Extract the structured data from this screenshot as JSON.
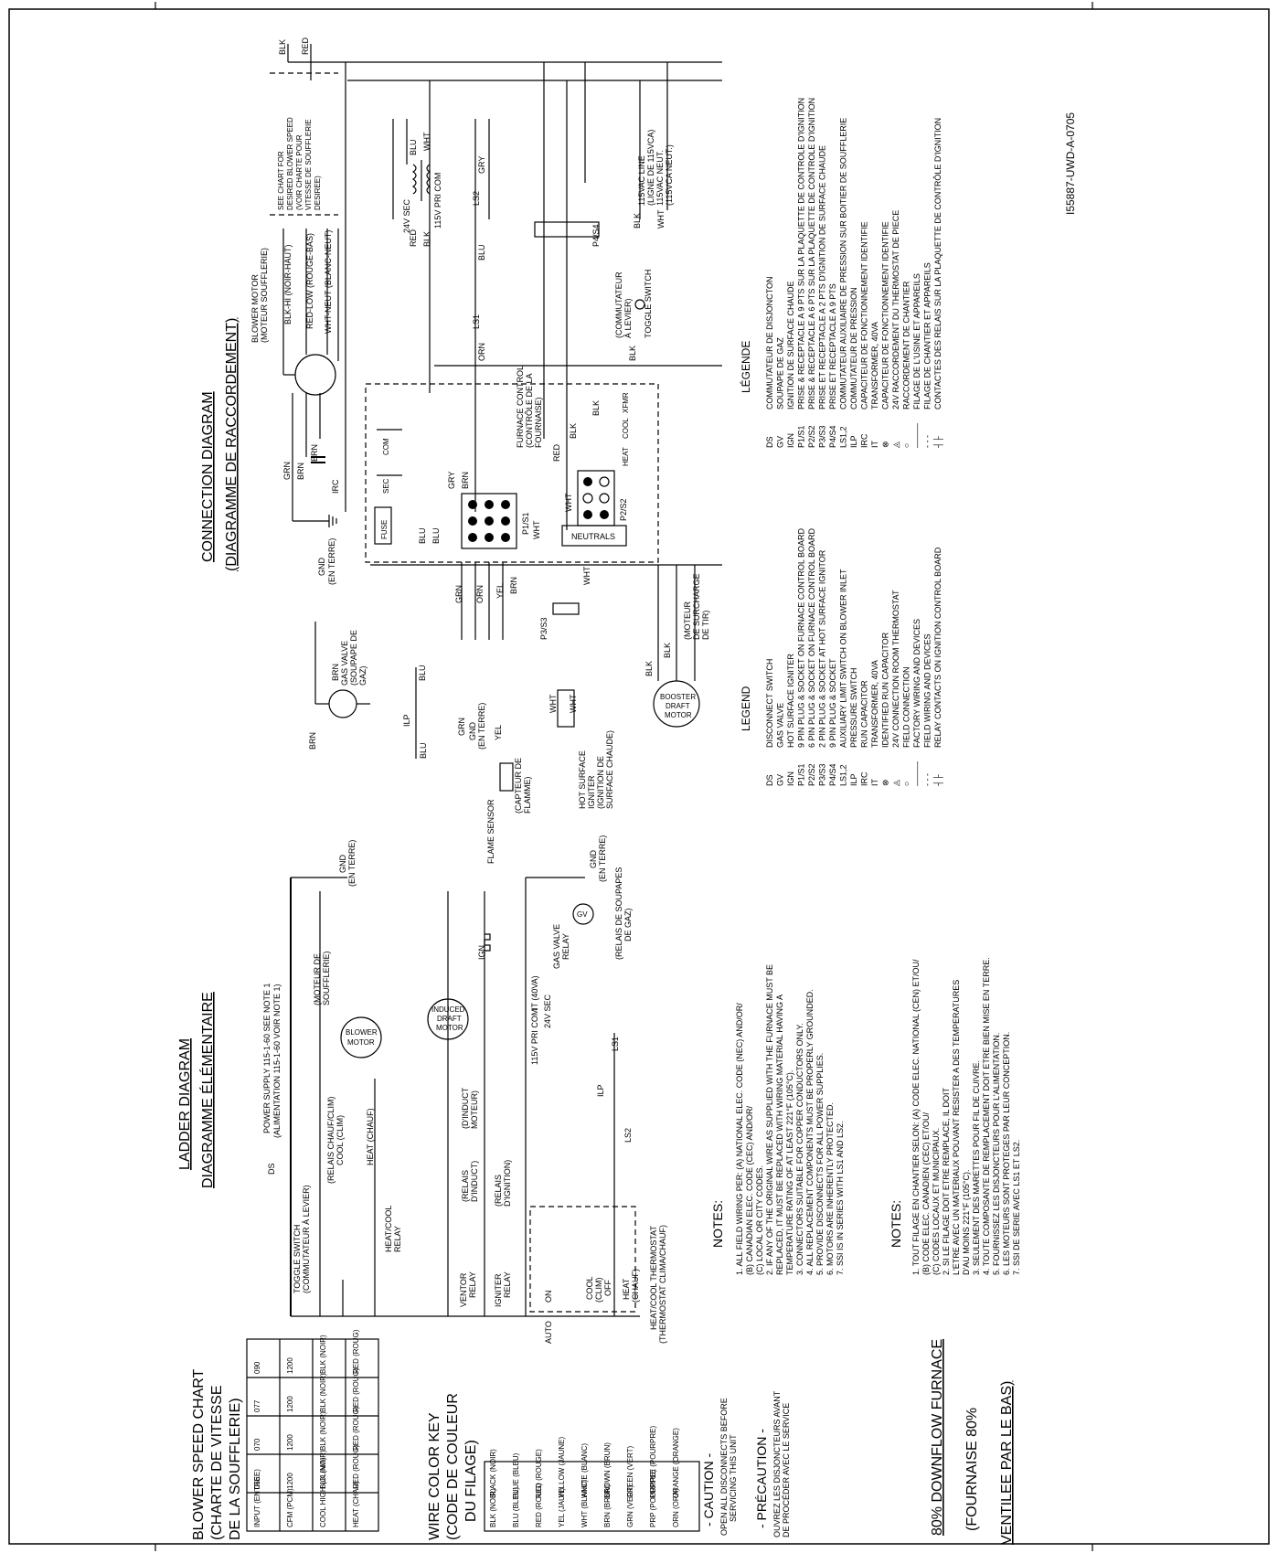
{
  "ladder": {
    "title": "LADDER DIAGRAM",
    "subtitle": "DIAGRAMME ÉLÉMENTAIRE",
    "power_supply": "POWER SUPPLY 115-1-60 SEE NOTE 1",
    "power_supply_fr": "(ALIMENTATION 115-1-60 VOIR NOTE 1)",
    "ds": "DS",
    "gnd_top": "GND",
    "gnd_top_fr": "(EN TERRE)",
    "gnd_mid": "GND",
    "gnd_mid_fr": "(EN TERRE)",
    "toggle_switch": "TOGGLE SWITCH",
    "toggle_switch_fr": "(COMMUTATEUR À LEVIER)",
    "relais": "(RELAIS CHAUF/CLIM)",
    "cool_clim": "COOL (CLIM)",
    "heat_chauf": "HEAT (CHAUF)",
    "heat_cool_relay": "HEAT/COOL",
    "heat_cool_relay2": "RELAY",
    "moteur_souf": "(MOTEUR DE",
    "moteur_souf2": "SOUFFLERIE)",
    "blower": "BLOWER",
    "motor": "MOTOR",
    "induced": "INDUCED",
    "draft": "DRAFT",
    "motor2": "MOTOR",
    "inductr": "(D'INDUCT",
    "inductr2": "MOTEUR)",
    "relais_induct": "(RELAIS",
    "relais_induct2": "D'INDUCT)",
    "venter": "VENTOR",
    "relay": "RELAY",
    "igniter": "IGNITER",
    "relais_ign": "(RELAIS",
    "relais_ign2": "D'IGNITION)",
    "ign": "IGN",
    "pri": "115V  PRI  COM",
    "va40": "IT (40VA)",
    "sec24": "24V  SEC",
    "gas_valve_relay": "GAS VALVE",
    "gas_valve_relay2": "RELAY",
    "relais_souapes": "(RELAIS DE SOUPAPES",
    "relais_souapes2": "DE GAZ)",
    "gv": "GV",
    "ilp": "ILP",
    "ls1": "LS1",
    "ls2": "LS2",
    "on": "ON",
    "auto": "AUTO",
    "cool": "COOL",
    "clim": "(CLIM)",
    "off": "OFF",
    "heat": "HEAT",
    "chauf": "(CHAUF)",
    "thermostat": "HEAT/COOL THERMOSTAT",
    "thermostat_fr": "(THERMOSTAT CLIMA/CHAUF)"
  },
  "connection": {
    "title": "CONNECTION DIAGRAM",
    "subtitle": "(DIAGRAMME DE RACCORDEMENT)",
    "blower_motor": "BLOWER MOTOR",
    "blower_motor_fr": "(MOTEUR SOUFFLERIE)",
    "blk_hi": "BLK-HI (NOIR-HAUT)",
    "red_low": "RED-LOW (ROUGE-BAS)",
    "wht_neut": "WHT-NEUT (BLANC-NEUT)",
    "see_chart1": "SEE CHART FOR",
    "see_chart2": "DESIRED BLOWER SPEED",
    "see_chart3": "(VOIR CHARTE POUR",
    "see_chart4": "VITESSE DE SOUFFLERIE",
    "see_chart5": "DESIREE)",
    "blk": "BLK",
    "red": "RED",
    "wht": "WHT",
    "blu": "BLU",
    "grn": "GRN",
    "brn": "BRN",
    "gry": "GRY",
    "orn": "ORN",
    "yel": "YEL",
    "gnd": "GND",
    "gnd_fr": "(EN TERRE)",
    "irc": "IRC",
    "sec24": "24V SEC",
    "pri115": "115V PRI COM",
    "ls2": "LS2",
    "ls1": "LS1",
    "p4s4": "P4/S4",
    "p3s3": "P3/S3",
    "p1s1": "P1/S1",
    "p2s2": "P2/S2",
    "fuse": "FUSE",
    "neutrals": "NEUTRALS",
    "furnace_control": "FURNACE CONTROL",
    "furnace_control_fr1": "(CONTRÔLE DE LA",
    "furnace_control_fr2": "FOURNAISE)",
    "line": "115VAC LINE",
    "line_fr": "(LIGNE DE 115VCA)",
    "neut": "115VAC NEUT.",
    "neut_fr": "(115VCA NEUT.)",
    "toggle": "TOGGLE SWITCH",
    "commutateur": "(COMMUTATEUR",
    "commutateur2": "À LEVIER)",
    "gas_valve": "GAS VALVE",
    "gas_valve_fr": "(SOUPAPE DE",
    "gas_valve_fr2": "GAZ)",
    "ilp": "ILP",
    "flame_sensor": "FLAME SENSOR",
    "capteur": "(CAPTEUR DE",
    "capteur2": "FLAMME)",
    "hot_surface": "HOT SURFACE",
    "igniter": "IGNITER",
    "ignition_fr": "(IGNITION DE",
    "surface_fr": "SURFACE CHAUDE)",
    "booster": "BOOSTER",
    "draft": "DRAFT",
    "motor": "MOTOR",
    "moteur_surcharge": "(MOTEUR",
    "moteur_surcharge2": "DE SURCHARGE",
    "moteur_surcharge3": "DE TIR)",
    "com": "COM",
    "sec": "SEC",
    "heat": "HEAT",
    "cool": "COOL",
    "xfmr": "XFMR"
  },
  "legend_en": {
    "title": "LEGEND",
    "items": [
      [
        "DS",
        "DISCONNECT SWITCH"
      ],
      [
        "GV",
        "GAS VALVE"
      ],
      [
        "IGN",
        "HOT SURFACE IGNITER"
      ],
      [
        "P1/S1",
        "9 PIN PLUG & SOCKET ON FURNACE CONTROL BOARD"
      ],
      [
        "P2/S2",
        "6 PIN PLUG & SOCKET ON FURNACE CONTROL BOARD"
      ],
      [
        "P3/S3",
        "2 PIN PLUG & SOCKET AT HOT SURFACE IGNITOR"
      ],
      [
        "P4/S4",
        "9 PIN PLUG & SOCKET"
      ],
      [
        "LS1,2",
        "AUXILIARY LIMIT SWITCH ON BLOWER INLET"
      ],
      [
        "ILP",
        "PRESSURE SWITCH"
      ],
      [
        "IRC",
        "RUN CAPACITOR"
      ],
      [
        "IT",
        "TRANSFORMER, 40VA"
      ],
      [
        "⊗",
        "IDENTIFIED RUN CAPACITOR"
      ],
      [
        "◬",
        "24V CONNECTION ROOM THERMOSTAT"
      ],
      [
        "○",
        "FIELD CONNECTION"
      ],
      [
        "———",
        "FACTORY WIRING AND DEVICES"
      ],
      [
        "- - -",
        "FIELD WIRING AND DEVICES"
      ],
      [
        "┤├",
        "RELAY CONTACTS ON IGNITION CONTROL BOARD"
      ]
    ]
  },
  "legend_fr": {
    "title": "LÉGENDE",
    "items": [
      [
        "DS",
        "COMMUTATEUR DE DISJONCTON"
      ],
      [
        "GV",
        "SOUPAPE DE GAZ"
      ],
      [
        "IGN",
        "IGNITION DE SURFACE CHAUDE"
      ],
      [
        "P1/S1",
        "PRISE & RECEPTACLE A 9 PTS SUR LA PLAQUETTE DE CONTROLE D'IGNITION"
      ],
      [
        "P2/S2",
        "PRISE & RECEPTACLE A 6 PTS SUR LA PLAQUETTE DE CONTROLE D'IGNITION"
      ],
      [
        "P3/S3",
        "PRISE ET RECEPTACLE A 2 PTS D'IGNITION DE SURFACE CHAUDE"
      ],
      [
        "P4/S4",
        "PRISE ET RECEPTACLE A 9 PTS"
      ],
      [
        "LS1,2",
        "COMMUTATEUR AUXILIAIRE DE PRESSION SUR BOITIER DE SOUFFLERIE"
      ],
      [
        "ILP",
        "COMMUTATEUR DE PRESSION"
      ],
      [
        "IRC",
        "CAPACITEUR DE FONCTIONNEMENT IDENTIFIE"
      ],
      [
        "IT",
        "TRANSFORMER, 40VA"
      ],
      [
        "⊗",
        "CAPACITEUR DE FONCTIONNEMENT IDENTIFIE"
      ],
      [
        "◬",
        "24V RACCORDEMENT DU THERMOSTAT DE PIECE"
      ],
      [
        "○",
        "RACCORDEMENT DE CHANTIER"
      ],
      [
        "———",
        "FILAGE DE L'USINE ET APPAREILS"
      ],
      [
        "- - -",
        "FILAGE DE CHANTIER ET APPAREILS"
      ],
      [
        "┤├",
        "CONTACTES DES RELAIS SUR LA PLAQUETTE DE CONTRÔLE D'IGNITION"
      ]
    ]
  },
  "notes_en": {
    "title": "NOTES:",
    "items": [
      "1. ALL FIELD WIRING PER: (A) NATIONAL ELEC. CODE (NEC) AND/OR/",
      "   (B) CANADIAN ELEC. CODE (CEC) AND/OR/",
      "   (C) LOCAL OR CITY CODES.",
      "2. IF ANY OF THE ORIGINAL WIRE AS SUPPLIED WITH THE FURNACE MUST BE",
      "   REPLACED, IT MUST BE REPLACED WITH WIRING MATERIAL HAVING A",
      "   TEMPERATURE RATING OF AT LEAST 221°F (105°C).",
      "3. CONNECTORS SUITABLE FOR COPPER CONDUCTORS ONLY.",
      "4. ALL REPLACEMENT COMPONENTS MUST BE PROPERLY GROUNDED.",
      "5. PROVIDE DISCONNECTS FOR ALL POWER SUPPLIES.",
      "6. MOTORS ARE INHERENTLY PROTECTED.",
      "7. SSI IS IN SERIES WITH LS1 AND LS2."
    ]
  },
  "notes_fr": {
    "title": "NOTES:",
    "items": [
      "1. TOUT FILAGE EN CHANTIER SELON: (A) CODE ELEC. NATIONAL (CEN) ET/OU/",
      "   (B) CODE ELEC. CANADIEN (CEC) ET/OU/",
      "   (C) CODES LOCAUX ET MUNICIPAUX.",
      "2. SI LE FILAGE DOIT ETRE REMPLACE, IL DOIT",
      "   L'ETRE AVEC UN MATERIAUX POUVANT RESISTER A DES TEMPERATURES",
      "   D'AU MOINS 221°F (105°C).",
      "3. SEULEMENT DES MARETTES POUR FIL DE CUIVRE.",
      "4. TOUTE COMPOSANTE DE REMPLACEMENT DOIT ETRE BIEN MISE EN TERRE.",
      "5. FOURNISSEZ LES DISJONCTEURS POUR L'ALIMENTATION.",
      "6. LES MOTEURS SONT PROTEGES PAR LEUR CONCEPTION.",
      "7. SSI DE SERIE AVEC LS1 ET LS2."
    ]
  },
  "blower_chart": {
    "title1": "BLOWER SPEED CHART",
    "title2": "(CHARTE DE VITESSE",
    "title3": "DE LA SOUFFLERIE)",
    "headers": [
      "INPUT (ENTREE)",
      "CFM (PCM)",
      "COOL HIGH (CLIMA)",
      "HEAT (CHAU)"
    ],
    "rows": [
      [
        "056",
        "1200",
        "BLK (NOIR)",
        "RED (ROUG)"
      ],
      [
        "070",
        "1200",
        "BLK (NOIR)",
        "RED (ROUG)"
      ],
      [
        "077",
        "1200",
        "BLK (NOIR)",
        "RED (ROUG)"
      ],
      [
        "090",
        "1200",
        "BLK (NOIR)",
        "RED (ROUG)"
      ]
    ]
  },
  "wire_key": {
    "title1": "WIRE COLOR KEY",
    "title2": "(CODE DE COULEUR",
    "title3": "DU FILAGE)",
    "rows": [
      [
        "BLK (NOIR)",
        "BLACK (NOIR)"
      ],
      [
        "BLU (BLEU)",
        "BLUE (BLEU)"
      ],
      [
        "RED (ROUG)",
        "RED (ROUGE)"
      ],
      [
        "YEL (JAUN)",
        "YELLOW (JAUNE)"
      ],
      [
        "WHT (BLANC)",
        "WHITE (BLANC)"
      ],
      [
        "BRN (BRUN)",
        "BROWN (BRUN)"
      ],
      [
        "GRN (VERT)",
        "GREEN (VERT)"
      ],
      [
        "PRP (POURPRE)",
        "PURPLE (POURPRE)"
      ],
      [
        "ORN (ORA)",
        "ORANGE (ORANGE)"
      ]
    ]
  },
  "caution": {
    "title": "- CAUTION -",
    "text1": "OPEN ALL DISCONNECTS BEFORE",
    "text2": "SERVICING THIS UNIT",
    "title_fr": "- PRÉCAUTION -",
    "text_fr1": "OUVREZ LES DISJONCTEURS AVANT",
    "text_fr2": "DE PROCÉDER AVEC LE SERVICE"
  },
  "footer": {
    "title": "80% DOWNFLOW FURNACE",
    "title_fr1": "(FOURNAISE 80%",
    "title_fr2": "VENTILEE PAR LE BAS)"
  },
  "doc_number": "I55887-UWD-A-0705"
}
